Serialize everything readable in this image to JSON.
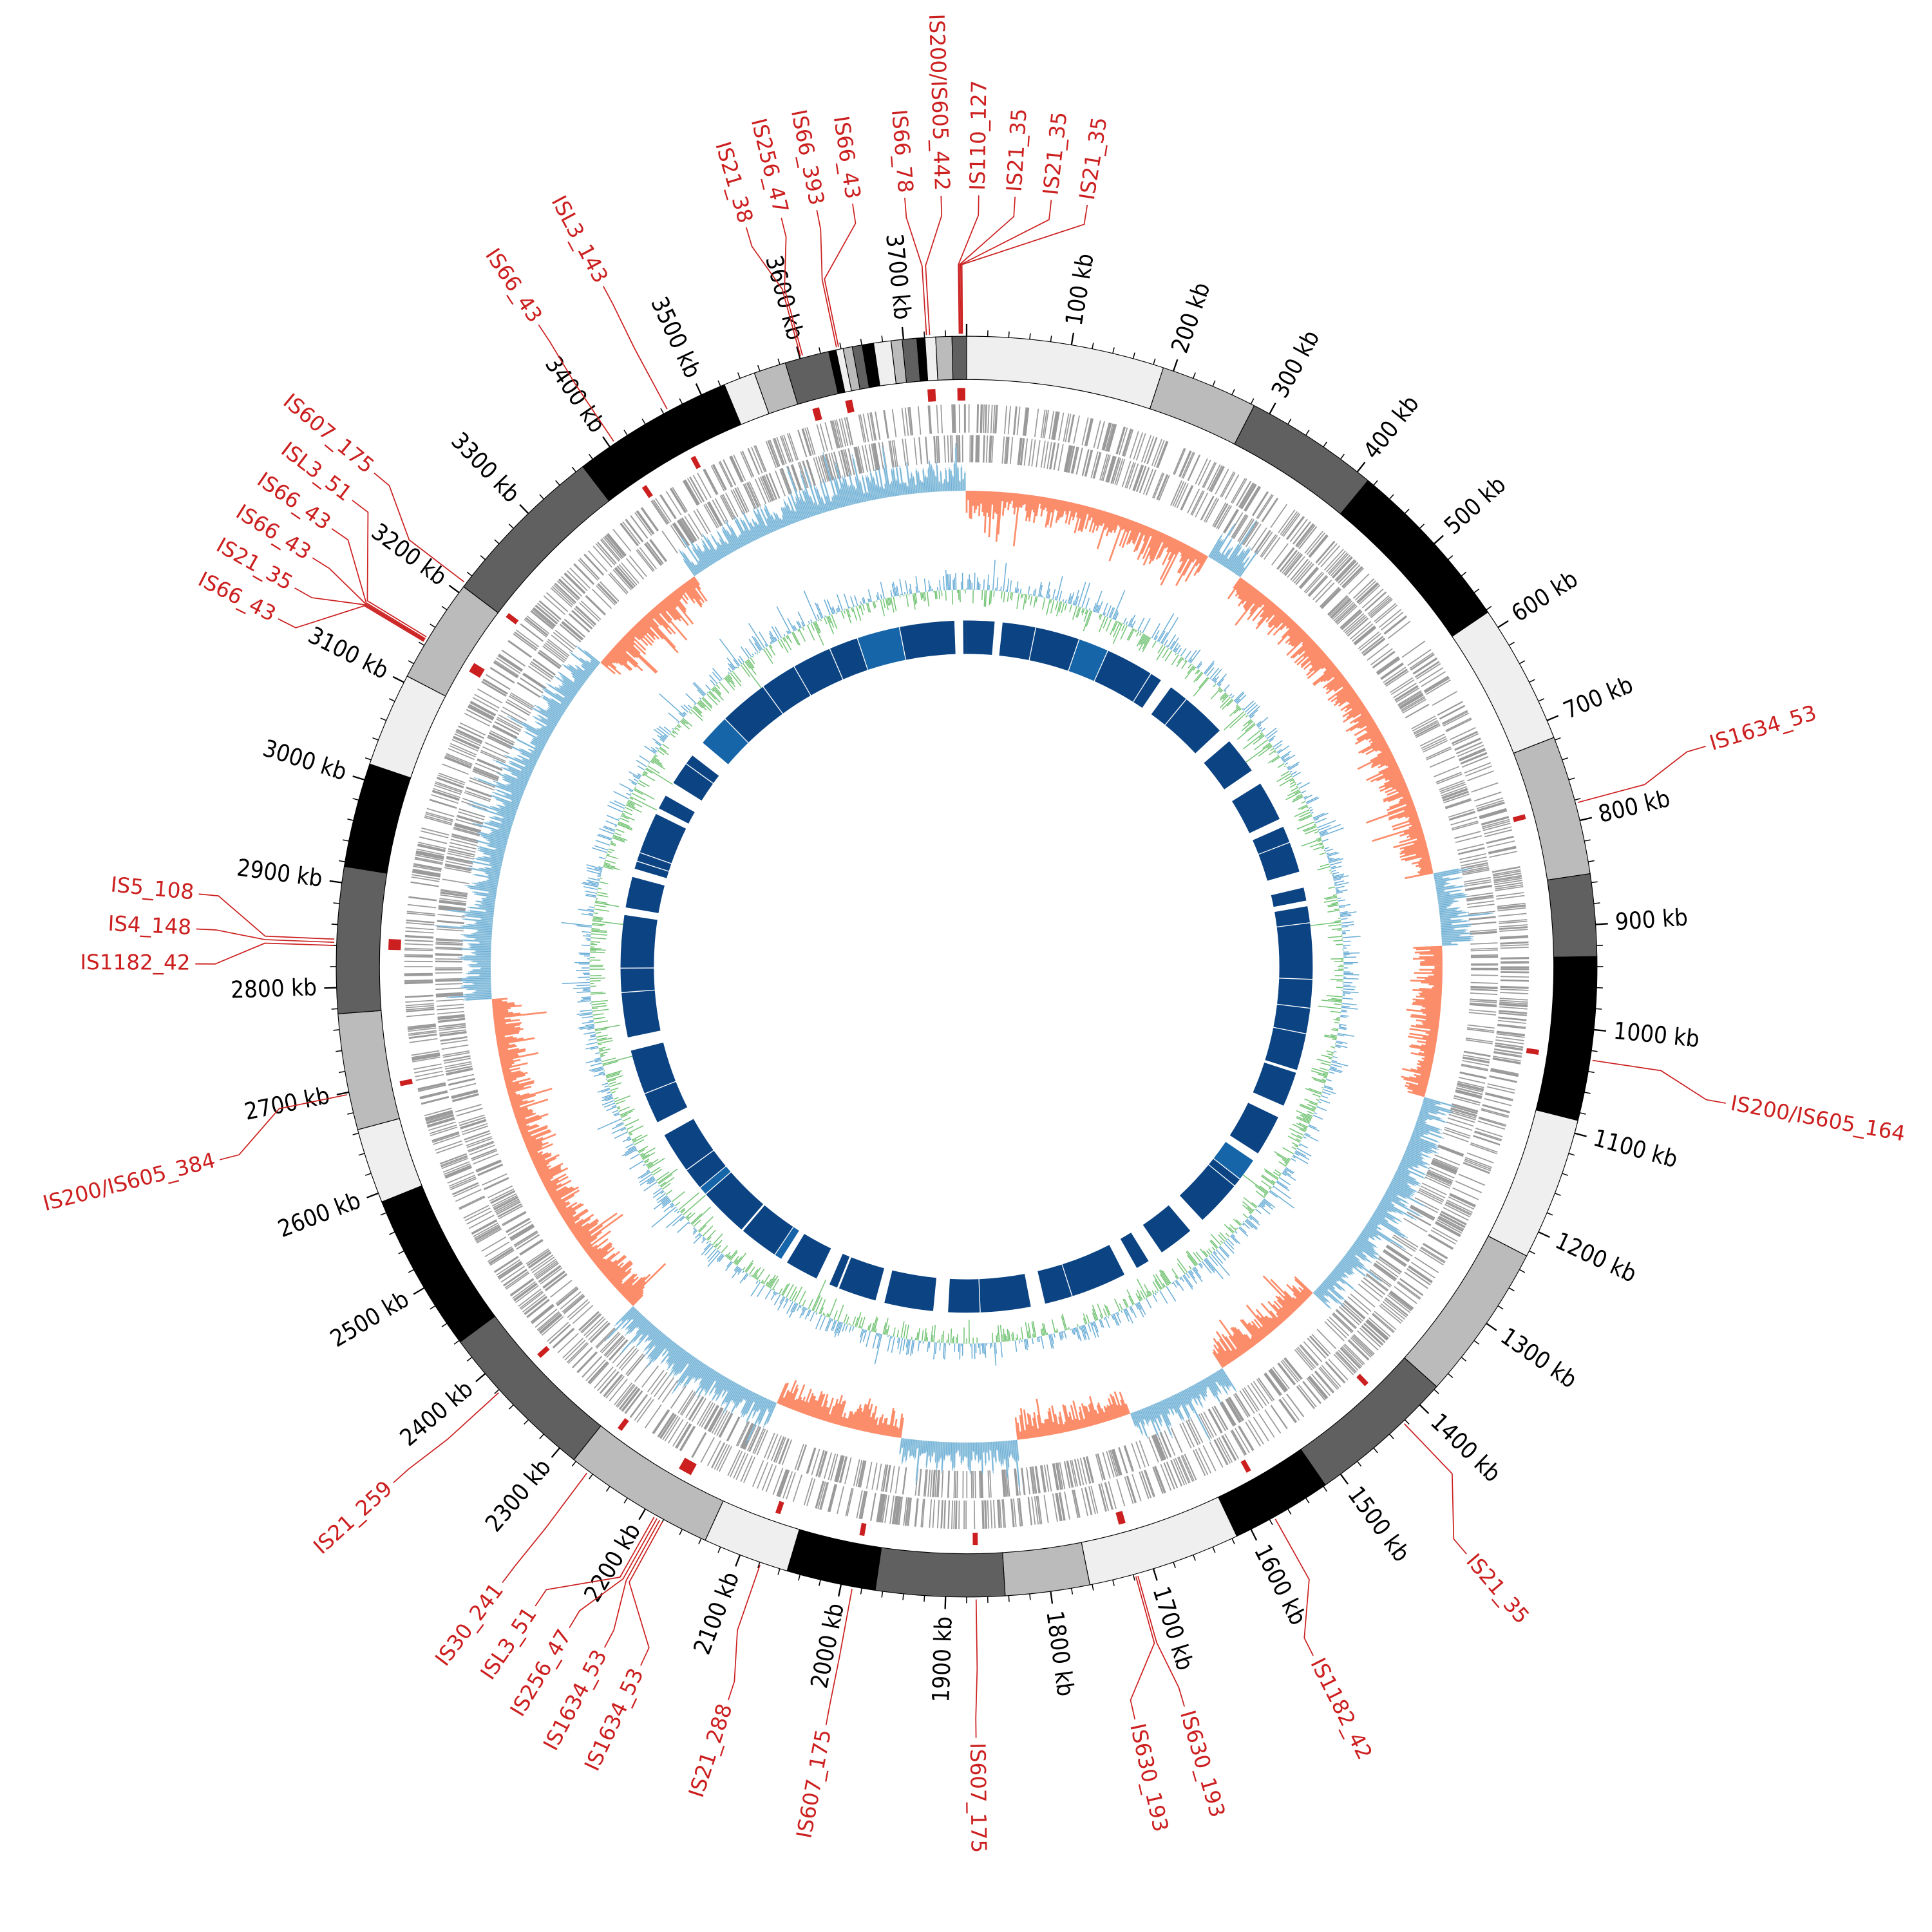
{
  "genome": {
    "length_kb": 3760,
    "tick_major_kb": 100,
    "tick_minor_kb": 20
  },
  "tick_labels": [
    "100 kb",
    "200 kb",
    "300 kb",
    "400 kb",
    "500 kb",
    "600 kb",
    "700 kb",
    "800 kb",
    "900 kb",
    "1000 kb",
    "1100 kb",
    "1200 kb",
    "1300 kb",
    "1400 kb",
    "1500 kb",
    "1600 kb",
    "1700 kb",
    "1800 kb",
    "1900 kb",
    "2000 kb",
    "2100 kb",
    "2200 kb",
    "2300 kb",
    "2400 kb",
    "2500 kb",
    "2600 kb",
    "2700 kb",
    "2800 kb",
    "2900 kb",
    "3000 kb",
    "3100 kb",
    "3200 kb",
    "3300 kb",
    "3400 kb",
    "3500 kb",
    "3600 kb",
    "3700 kb"
  ],
  "is_elements": [
    {
      "label": "IS21_38",
      "position_kb": 3601
    },
    {
      "label": "IS256_47",
      "position_kb": 3603
    },
    {
      "label": "IS66_393",
      "position_kb": 3636
    },
    {
      "label": "IS66_43",
      "position_kb": 3638
    },
    {
      "label": "IS66_78",
      "position_kb": 3722
    },
    {
      "label": "IS200/IS605_442",
      "position_kb": 3725
    },
    {
      "label": "IS110_127",
      "position_kb": 3753
    },
    {
      "label": "IS21_35",
      "position_kb": 3754
    },
    {
      "label": "IS21_35",
      "position_kb": 3755
    },
    {
      "label": "IS21_35",
      "position_kb": 3756
    },
    {
      "label": "IS1634_53",
      "position_kb": 783
    },
    {
      "label": "IS200/IS605_164",
      "position_kb": 1029
    },
    {
      "label": "IS21_35",
      "position_kb": 1423
    },
    {
      "label": "IS1182_42",
      "position_kb": 1575
    },
    {
      "label": "IS630_193",
      "position_kb": 1716
    },
    {
      "label": "IS630_193",
      "position_kb": 1718
    },
    {
      "label": "IS607_175",
      "position_kb": 1871
    },
    {
      "label": "IS607_175",
      "position_kb": 1989
    },
    {
      "label": "IS21_288",
      "position_kb": 2079
    },
    {
      "label": "IS1634_53",
      "position_kb": 2180
    },
    {
      "label": "IS1634_53",
      "position_kb": 2183
    },
    {
      "label": "IS256_47",
      "position_kb": 2186
    },
    {
      "label": "ISL3_51",
      "position_kb": 2189
    },
    {
      "label": "IS30_241",
      "position_kb": 2265
    },
    {
      "label": "IS21_259",
      "position_kb": 2378
    },
    {
      "label": "IS200/IS605_384",
      "position_kb": 2698
    },
    {
      "label": "IS1182_42",
      "position_kb": 2840
    },
    {
      "label": "IS4_148",
      "position_kb": 2843
    },
    {
      "label": "IS5_108",
      "position_kb": 2846
    },
    {
      "label": "IS66_43",
      "position_kb": 3143
    },
    {
      "label": "IS21_35",
      "position_kb": 3144
    },
    {
      "label": "IS66_43",
      "position_kb": 3145
    },
    {
      "label": "IS66_43",
      "position_kb": 3146
    },
    {
      "label": "ISL3_51",
      "position_kb": 3148
    },
    {
      "label": "IS607_175",
      "position_kb": 3211
    },
    {
      "label": "IS66_43",
      "position_kb": 3406
    },
    {
      "label": "ISL3_143",
      "position_kb": 3465
    }
  ],
  "colors": {
    "band_cycle": [
      "#efefef",
      "#bbbbbb",
      "#606060",
      "#000000"
    ],
    "is_marker": "#cc1f1f",
    "gene": "#9a9a9a",
    "skew_positive": "#9ecae1",
    "skew_positive_line": "#6baed6",
    "skew_negative": "#fc8d6b",
    "gc_line_a": "#6baed6",
    "gc_line_b": "#74c476",
    "inner_blocks": "#0b4383",
    "inner_blocks_alt": "#1565a8"
  }
}
